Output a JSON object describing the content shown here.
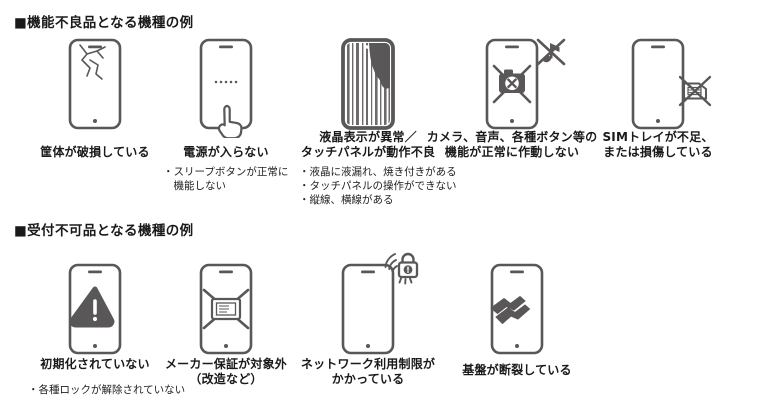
{
  "page": {
    "background": "#ffffff",
    "text_color": "#1a1a1a",
    "icon_color": "#595757"
  },
  "sections": [
    {
      "heading": "■機能不良品となる機種の例",
      "items": [
        {
          "icon": "phone-cracked-casing-icon",
          "label": "筐体が破損している",
          "notes": ""
        },
        {
          "icon": "phone-no-power-tap-icon",
          "label": "電源が入らない",
          "notes": "・スリープボタンが正常に\n　機能しない"
        },
        {
          "icon": "phone-lcd-defect-icon",
          "label": "液晶表示が異常／\nタッチパネルが動作不良",
          "notes": "・液晶に液漏れ、焼き付きがある\n・タッチパネルの操作ができない\n・縦線、横線がある"
        },
        {
          "icon": "phone-camera-audio-broken-icon",
          "label": "カメラ、音声、各種ボタン等の\n機能が正常に作動しない",
          "notes": ""
        },
        {
          "icon": "phone-sim-tray-missing-icon",
          "label": "SIMトレイが不足、\nまたは損傷している",
          "notes": ""
        }
      ]
    },
    {
      "heading": "■受付不可品となる機種の例",
      "items": [
        {
          "icon": "phone-not-initialized-warning-icon",
          "label": "初期化されていない",
          "notes": "・各種ロックが解除されていない"
        },
        {
          "icon": "phone-warranty-void-icon",
          "label": "メーカー保証が対象外\n（改造など）",
          "notes": ""
        },
        {
          "icon": "phone-network-restricted-lock-icon",
          "label": "ネットワーク利用制限が\nかかっている",
          "notes": ""
        },
        {
          "icon": "phone-board-fractured-icon",
          "label": "基盤が断裂している",
          "notes": ""
        }
      ]
    }
  ]
}
